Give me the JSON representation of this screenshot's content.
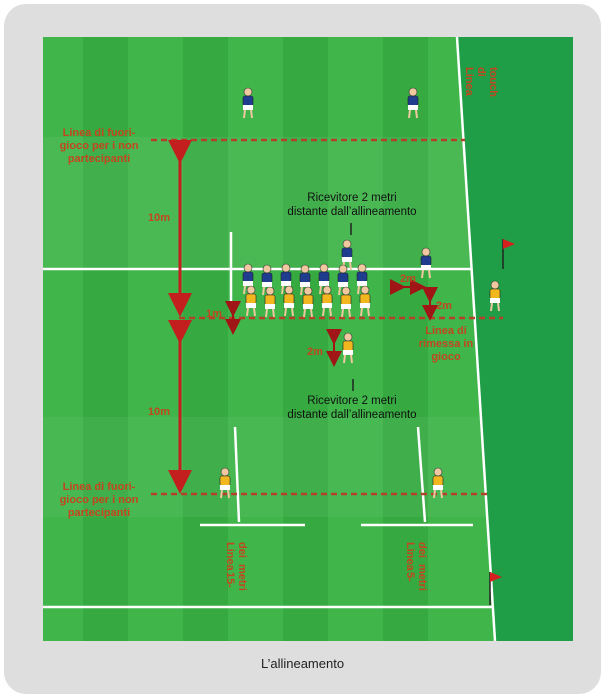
{
  "caption": "L’allineamento",
  "labels": {
    "touch_line": [
      "Linea",
      "di",
      "touch"
    ],
    "offside_top": [
      "Linea di fuori-",
      "gioco per i non",
      "partecipanti"
    ],
    "offside_bottom": [
      "Linea di fuori-",
      "gioco per i non",
      "partecipanti"
    ],
    "dist_top": "10m",
    "dist_bottom": "10m",
    "dist_1m": "1m",
    "receiver_top": [
      "Ricevitore 2 metri",
      "distante dall’allineamento"
    ],
    "receiver_bottom": [
      "Ricevitore 2 metri",
      "distante dall’allineamento"
    ],
    "dist_2m_right": "2m",
    "dist_2m_down": "2m",
    "dist_2m_receiver": "2m",
    "throw_in_line": [
      "Linea di",
      "rimessa in",
      "gioco"
    ],
    "line_15m": [
      "Linea",
      "dei",
      "15-",
      "metri"
    ],
    "line_5m": [
      "Linea",
      "dei",
      "5-",
      "metri"
    ]
  },
  "colors": {
    "grass_light": "#3fb54a",
    "grass_dark": "#2a9a3a",
    "touch_area": "#1f9e47",
    "label": "#c2461e",
    "dashed_line": "#b5402a",
    "arrow": "#c41f1f",
    "team_blue": "#1f3d8f",
    "team_yellow": "#f2b61f"
  }
}
